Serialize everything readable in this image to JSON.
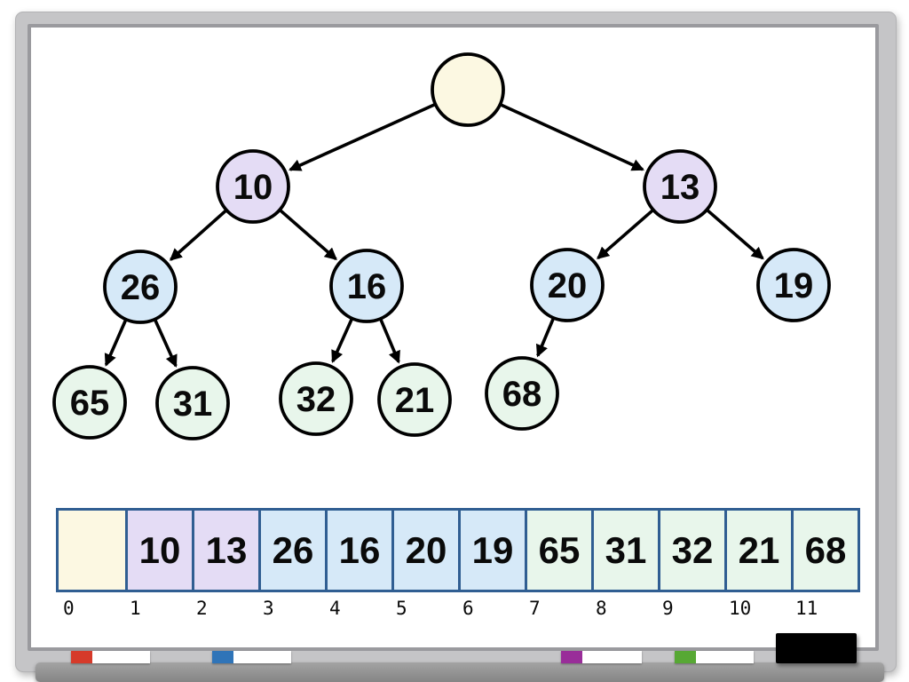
{
  "palette": {
    "node_cream": "#FCF8E2",
    "node_lavender": "#E4DCF5",
    "node_blue": "#D6E9F8",
    "node_green": "#E8F6EB",
    "node_stroke": "#000000",
    "array_border": "#305E92",
    "frame_gray": "#C5C5C7",
    "tray_gray": "#8F8F8F",
    "marker_red": "#D63A2A",
    "marker_blue": "#2F74B8",
    "marker_purple": "#992D99",
    "marker_green": "#57A834",
    "eraser_black": "#000000"
  },
  "tree": {
    "nodes": [
      {
        "id": "root",
        "label": "",
        "color": "cream"
      },
      {
        "id": "n1",
        "label": "10",
        "color": "lavender"
      },
      {
        "id": "n2",
        "label": "13",
        "color": "lavender"
      },
      {
        "id": "n3",
        "label": "26",
        "color": "blue"
      },
      {
        "id": "n4",
        "label": "16",
        "color": "blue"
      },
      {
        "id": "n5",
        "label": "20",
        "color": "blue"
      },
      {
        "id": "n6",
        "label": "19",
        "color": "blue"
      },
      {
        "id": "n7",
        "label": "65",
        "color": "green"
      },
      {
        "id": "n8",
        "label": "31",
        "color": "green"
      },
      {
        "id": "n9",
        "label": "32",
        "color": "green"
      },
      {
        "id": "n10",
        "label": "21",
        "color": "green"
      },
      {
        "id": "n11",
        "label": "68",
        "color": "green"
      }
    ]
  },
  "array": {
    "cells": [
      {
        "value": "",
        "color": "cream"
      },
      {
        "value": "10",
        "color": "lavender"
      },
      {
        "value": "13",
        "color": "lavender"
      },
      {
        "value": "26",
        "color": "blue"
      },
      {
        "value": "16",
        "color": "blue"
      },
      {
        "value": "20",
        "color": "blue"
      },
      {
        "value": "19",
        "color": "blue"
      },
      {
        "value": "65",
        "color": "green"
      },
      {
        "value": "31",
        "color": "green"
      },
      {
        "value": "32",
        "color": "green"
      },
      {
        "value": "21",
        "color": "green"
      },
      {
        "value": "68",
        "color": "green"
      }
    ],
    "indices": [
      "0",
      "1",
      "2",
      "3",
      "4",
      "5",
      "6",
      "7",
      "8",
      "9",
      "10",
      "11"
    ]
  },
  "tray": {
    "markers": [
      {
        "name": "red"
      },
      {
        "name": "blue"
      },
      {
        "name": "purple"
      },
      {
        "name": "green"
      }
    ],
    "eraser": "black"
  }
}
